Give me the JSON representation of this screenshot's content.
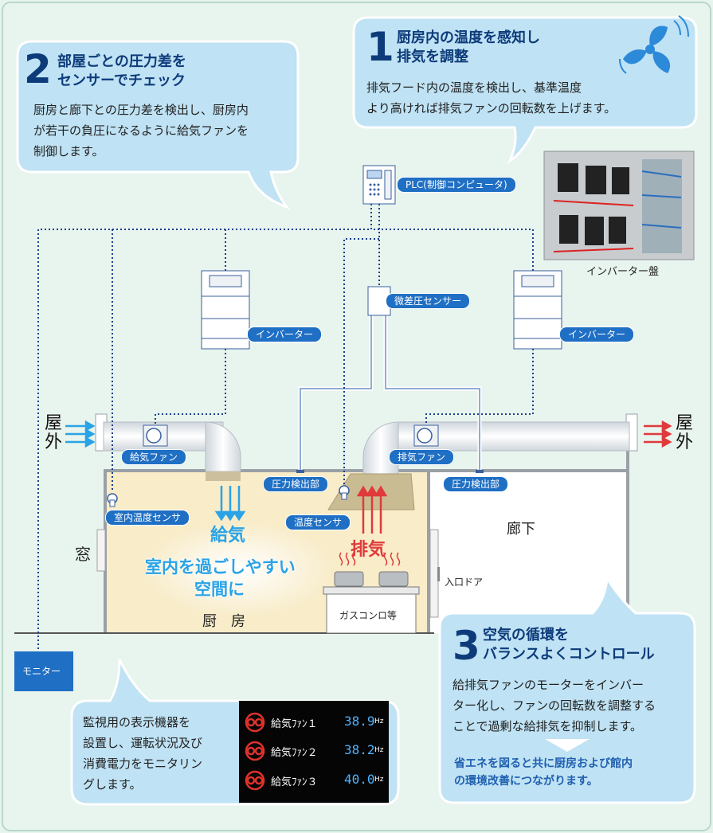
{
  "colors": {
    "bubble": "#bfe2f4",
    "bubble_border": "#ffffff",
    "title_navy": "#0d3b7a",
    "pill_blue": "#1f6fc4",
    "kitchen_floor": "#f8ecc9",
    "duct": "#ffffff",
    "supply_arrow": "#2aa3e6",
    "exhaust_arrow": "#e03a3a",
    "dotted_line": "#1c3f8a"
  },
  "point1": {
    "number": "1",
    "title_lines": [
      "厨房内の温度を感知し",
      "排気を調整"
    ],
    "body_lines": [
      "排気フード内の温度を検出し、基準温度",
      "より高ければ排気ファンの回転数を上げます。"
    ],
    "icon": "fan-icon"
  },
  "point2": {
    "number": "2",
    "title_lines": [
      "部屋ごとの圧力差を",
      "センサーでチェック"
    ],
    "body_lines": [
      "厨房と廊下との圧力差を検出し、厨房内",
      "が若干の負圧になるように給気ファンを",
      "制御します。"
    ]
  },
  "point3": {
    "number": "3",
    "title_lines": [
      "空気の循環を",
      "バランスよくコントロール"
    ],
    "body_lines": [
      "給排気ファンのモーターをインバー",
      "ター化し、ファンの回転数を調整する",
      "ことで過剰な給排気を抑制します。"
    ],
    "result_lines": [
      "省エネを図ると共に厨房および館内",
      "の環境改善につながります。"
    ]
  },
  "monitor_note": {
    "body_lines": [
      "監視用の表示機器を",
      "設置し、運転状況及び",
      "消費電力をモニタリン",
      "グします。"
    ]
  },
  "monitor_panel": {
    "rows": [
      {
        "name": "給気ﾌｧﾝ１",
        "value": "38.9",
        "unit": "Hz"
      },
      {
        "name": "給気ﾌｧﾝ２",
        "value": "38.2",
        "unit": "Hz"
      },
      {
        "name": "給気ﾌｧﾝ３",
        "value": "40.0",
        "unit": "Hz"
      }
    ]
  },
  "labels": {
    "plc": "PLC(制御コンピュータ)",
    "inverter_panel": "インバーター盤",
    "inverter_left": "インバーター",
    "inverter_right": "インバーター",
    "diff_pressure_sensor": "微差圧センサー",
    "supply_fan": "給気ファン",
    "exhaust_fan": "排気ファン",
    "pressure_detector_left": "圧力検出部",
    "pressure_detector_right": "圧力検出部",
    "room_temp_sensor": "室内温度センサ",
    "temp_sensor": "温度センサ",
    "outdoor_left": "屋外",
    "outdoor_right": "屋外",
    "window": "窓",
    "supply_air": "給気",
    "exhaust_air": "排気",
    "comfort": [
      "室内を過ごしやすい",
      "空間に"
    ],
    "kitchen": "厨　房",
    "gas_stove": "ガスコンロ等",
    "corridor": "廊下",
    "entrance_door": "入口ドア",
    "monitor": "モニター"
  }
}
